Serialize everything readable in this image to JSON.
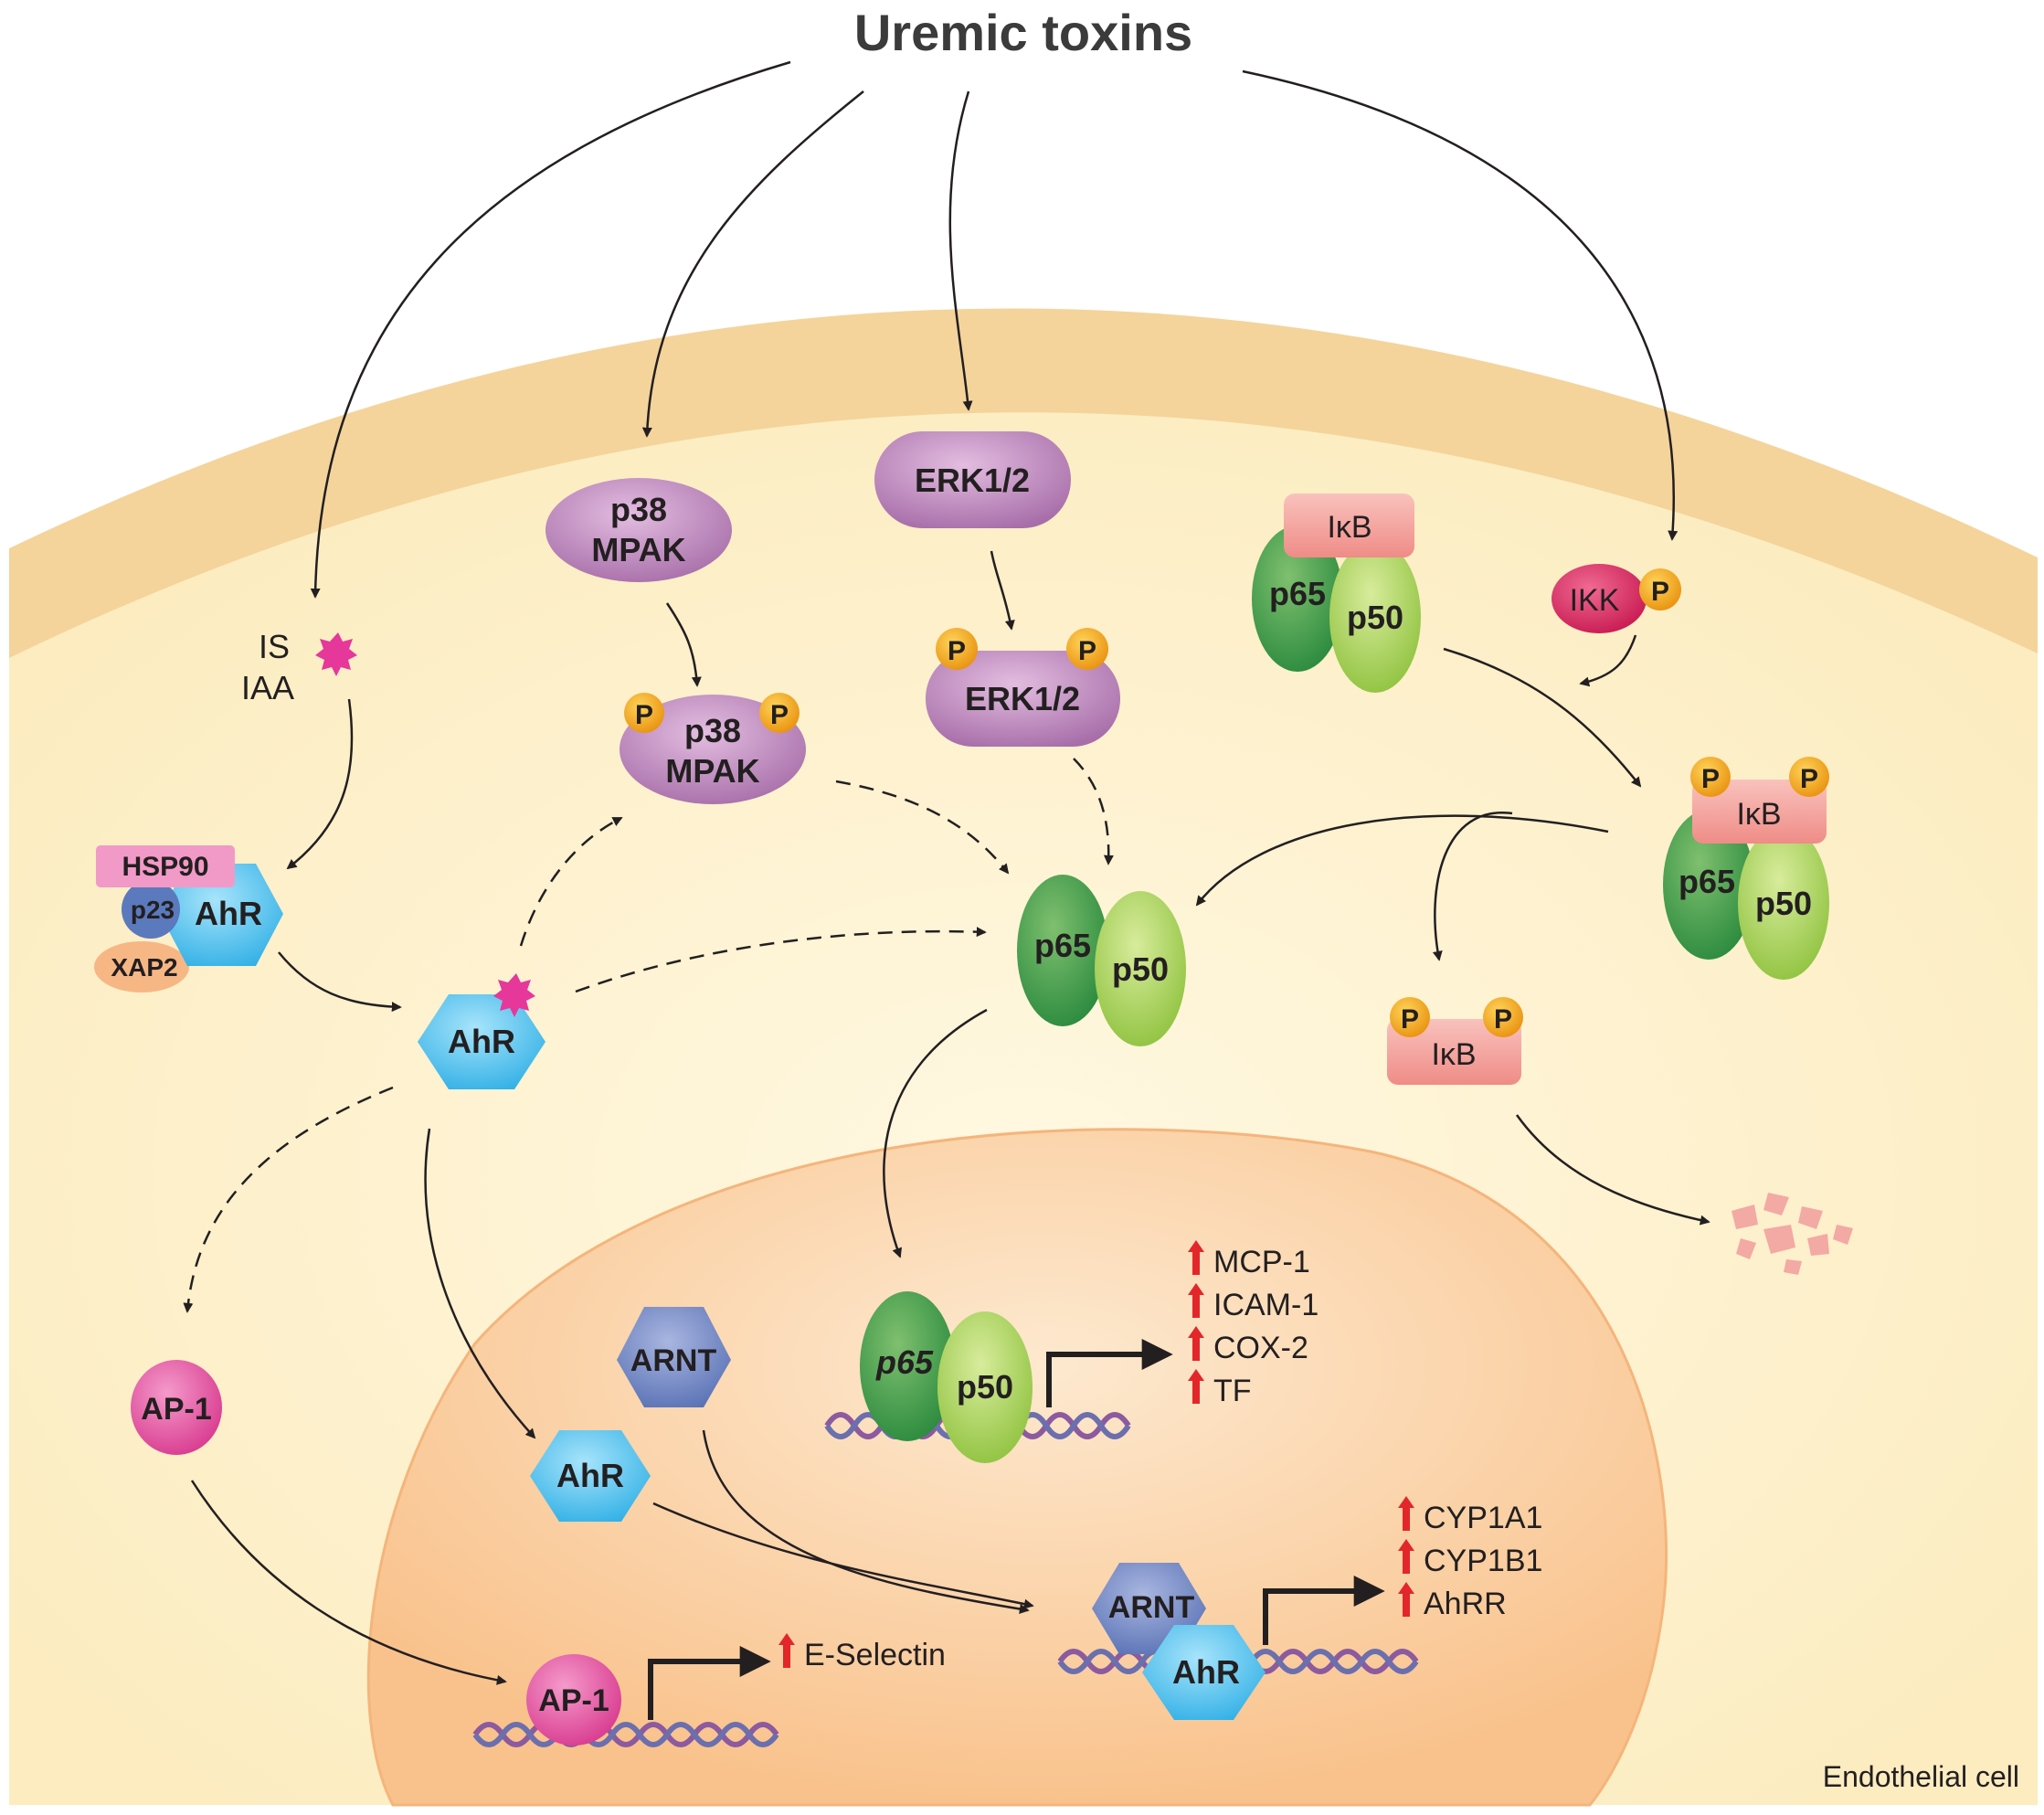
{
  "title": "Uremic toxins",
  "cell_label": "Endothelial cell",
  "ligands": {
    "line1": "IS",
    "line2": "IAA"
  },
  "proteins": {
    "p38": {
      "line1": "p38",
      "line2": "MPAK"
    },
    "erk": "ERK1/2",
    "ikb": "IκB",
    "p65": "p65",
    "p50": "p50",
    "ikk": "IKK",
    "phospho": "P",
    "hsp90": "HSP90",
    "p23": "p23",
    "ahr": "AhR",
    "xap2": "XAP2",
    "arnt": "ARNT",
    "ap1": "AP-1"
  },
  "nfkb_targets": [
    "MCP-1",
    "ICAM-1",
    "COX-2",
    "TF"
  ],
  "ahr_targets": [
    "CYP1A1",
    "CYP1B1",
    "AhRR"
  ],
  "ap1_targets": [
    "E-Selectin"
  ],
  "colors": {
    "membrane": "#f5d9a2",
    "cytoplasm": "#fdf1cf",
    "nucleus": "#fbcf9f",
    "mapk": "#c08ac1",
    "ikb": "#f4a3a0",
    "p65": "#4ea24a",
    "p50": "#a9d25a",
    "ikk": "#e2356c",
    "phospho": "#f7b21b",
    "ahr": "#5bc4ef",
    "arnt": "#6f86c4",
    "ap1": "#ea5ba8",
    "hsp90": "#f19ac7",
    "p23": "#5b79bd",
    "xap2": "#f6b785",
    "up_arrow": "#e3262a",
    "fragment": "#f3a9a4",
    "ligand": "#e6379a"
  }
}
